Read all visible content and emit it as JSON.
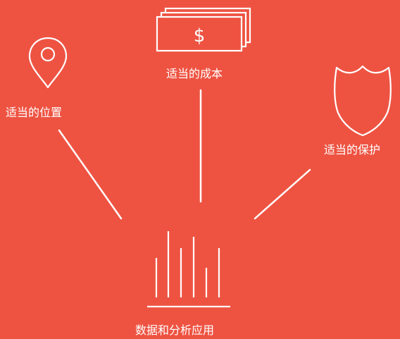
{
  "diagram": {
    "center_label": "数据和分析应用",
    "nodes": [
      {
        "id": "location",
        "label": "适当的位置",
        "icon": "location-pin-icon"
      },
      {
        "id": "cost",
        "label": "适当的成本",
        "icon": "money-bills-icon"
      },
      {
        "id": "protection",
        "label": "适当的保护",
        "icon": "shield-icon"
      }
    ],
    "center_icon": "bar-chart-icon",
    "money_symbol": "$"
  },
  "colors": {
    "background": "#EE5342",
    "foreground": "#FFFFFF"
  }
}
